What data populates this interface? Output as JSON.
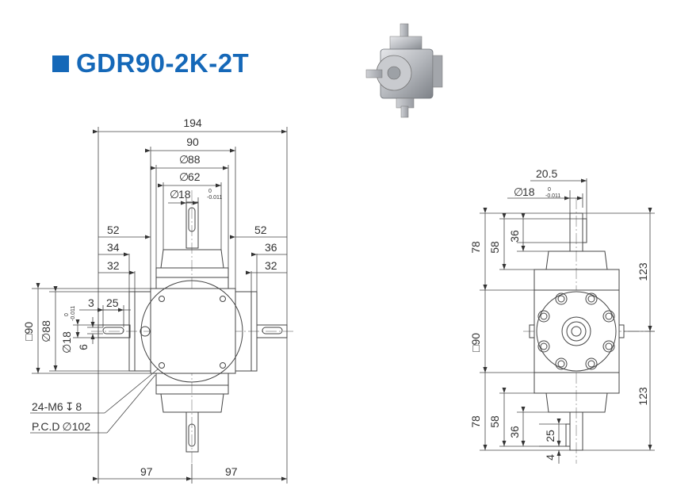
{
  "title": "GDR90-2K-2T",
  "colors": {
    "brand": "#1568b8",
    "line": "#444444",
    "dimension": "#333333"
  },
  "product_photo": {
    "icon": "gearbox-render-icon"
  },
  "front_view": {
    "dims": {
      "overall_width": "194",
      "body": "90",
      "flange_od": "88",
      "pilot_dia": "62",
      "shaft_dia": "18",
      "tol_upper": "0",
      "tol_lower": "-0.011",
      "left_52": "52",
      "left_34": "34",
      "left_32": "32",
      "right_52": "52",
      "right_36": "36",
      "right_32": "32",
      "key_3": "3",
      "key_25": "25",
      "side_square": "90",
      "side_dia_88": "88",
      "side_dia_18": "18",
      "side_6": "6",
      "half_left": "97",
      "half_right": "97"
    },
    "callouts": {
      "tapped_holes": "24-M6",
      "tap_depth": "8",
      "pcd_label": "P.C.D",
      "pcd_value": "102"
    }
  },
  "side_view": {
    "dims": {
      "offset": "20.5",
      "shaft_dia": "18",
      "tol_upper": "0",
      "tol_lower": "-0.011",
      "top_78": "78",
      "top_58": "58",
      "top_36": "36",
      "top_123": "123",
      "body_square": "90",
      "bot_123": "123",
      "bot_78": "78",
      "bot_58": "58",
      "bot_36": "36",
      "bot_25": "25",
      "bot_4": "4"
    }
  }
}
